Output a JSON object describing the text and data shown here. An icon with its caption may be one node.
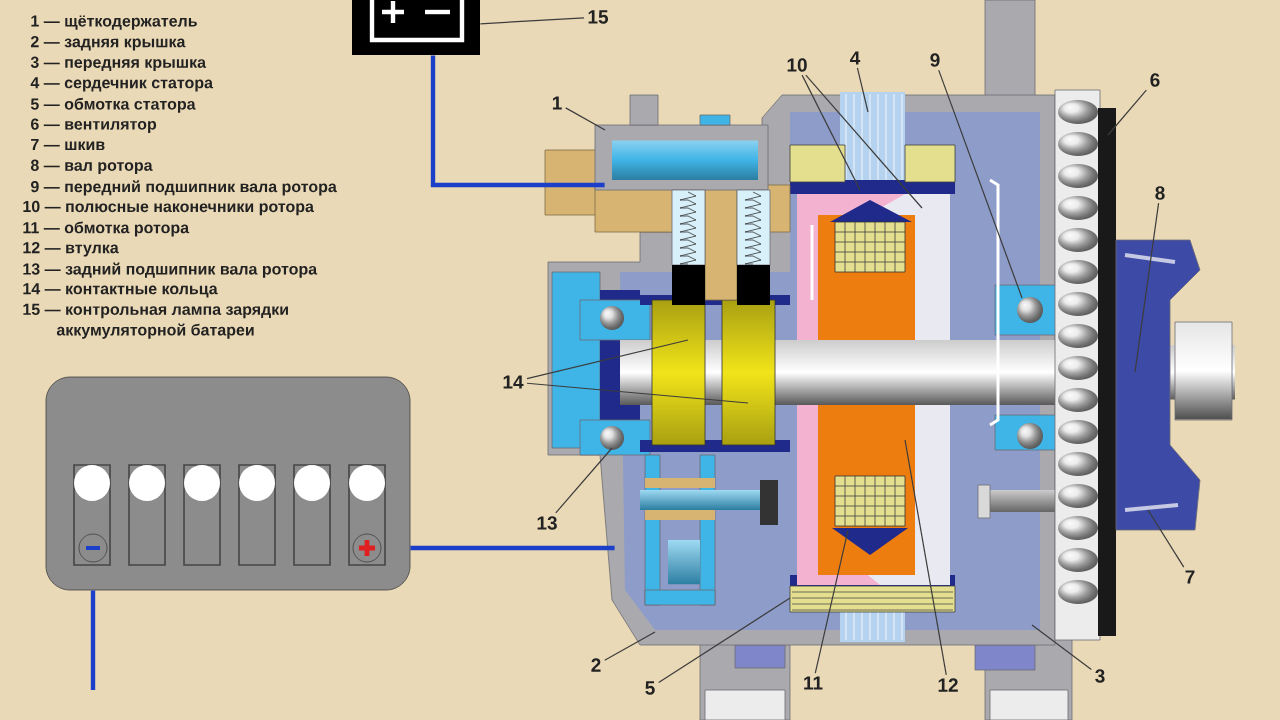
{
  "diagram": {
    "nodes": [
      {
        "text": [],
        "shape": "box"
      },
      {
        "text": [
          "15"
        ]
      },
      {
        "text": [],
        "shape": "picture"
      },
      {
        "text": [
          "1"
        ]
      },
      {
        "text": [
          "10"
        ]
      },
      {
        "text": [
          "4"
        ]
      },
      {
        "text": [
          "9"
        ]
      },
      {
        "text": [
          "6"
        ]
      },
      {
        "text": [
          "8"
        ]
      },
      {
        "text": [
          "14"
        ]
      },
      {
        "text": [],
        "shape": "box"
      },
      {
        "text": [
          "13"
        ]
      },
      {
        "text": [
          "7"
        ]
      },
      {
        "text": [
          "2"
        ]
      },
      {
        "text": [
          "5"
        ]
      },
      {
        "text": [
          "11"
        ]
      },
      {
        "text": [
          "12"
        ]
      },
      {
        "text": [
          "3"
        ]
      }
    ],
    "edges": [
      {
        "from": 0,
        "to": 2,
        "arrow": "none",
        "style": "thick",
        "color": "#1b3fc8"
      },
      {
        "from": 10,
        "to": 2,
        "arrow": "none",
        "style": "thick",
        "color": "#1b3fc8"
      },
      {
        "from": 10,
        "to": null,
        "arrow": "none",
        "style": "thick",
        "color": "#1b3fc8"
      },
      {
        "from": 1,
        "to": 0,
        "arrow": "none"
      },
      {
        "from": 3,
        "to": 2,
        "arrow": "none"
      },
      {
        "from": 4,
        "to": 2,
        "arrow": "none"
      },
      {
        "from": 4,
        "to": 2,
        "arrow": "none"
      },
      {
        "from": 5,
        "to": 2,
        "arrow": "none"
      },
      {
        "from": 6,
        "to": 2,
        "arrow": "none"
      },
      {
        "from": 7,
        "to": 2,
        "arrow": "none"
      },
      {
        "from": 8,
        "to": 2,
        "arrow": "none"
      },
      {
        "from": 9,
        "to": 2,
        "arrow": "none"
      },
      {
        "from": 9,
        "to": 2,
        "arrow": "none"
      },
      {
        "from": 11,
        "to": 2,
        "arrow": "none"
      },
      {
        "from": 13,
        "to": 2,
        "arrow": "none"
      },
      {
        "from": 14,
        "to": 2,
        "arrow": "none"
      },
      {
        "from": 15,
        "to": 2,
        "arrow": "none"
      },
      {
        "from": 16,
        "to": 2,
        "arrow": "none"
      },
      {
        "from": 17,
        "to": 2,
        "arrow": "none"
      },
      {
        "from": 12,
        "to": 2,
        "arrow": "none"
      }
    ],
    "labels": [
      "1 — щёткодержатель",
      "2 — задняя крышка",
      "3 — передняя крышка",
      "4 — сердечник статора",
      "5 — обмотка статора",
      "6 — вентилятор",
      "7 — шкив",
      "8 — вал ротора",
      "9 — передний подшипник вала ротора",
      "10 — полюсные наконечники ротора",
      "11 — обмотка ротора",
      "12 — втулка",
      "13 — задний подшипник вала ротора",
      "14 — контактные кольца",
      "15 — контрольная лампа зарядки аккумуляторной батареи"
    ]
  }
}
